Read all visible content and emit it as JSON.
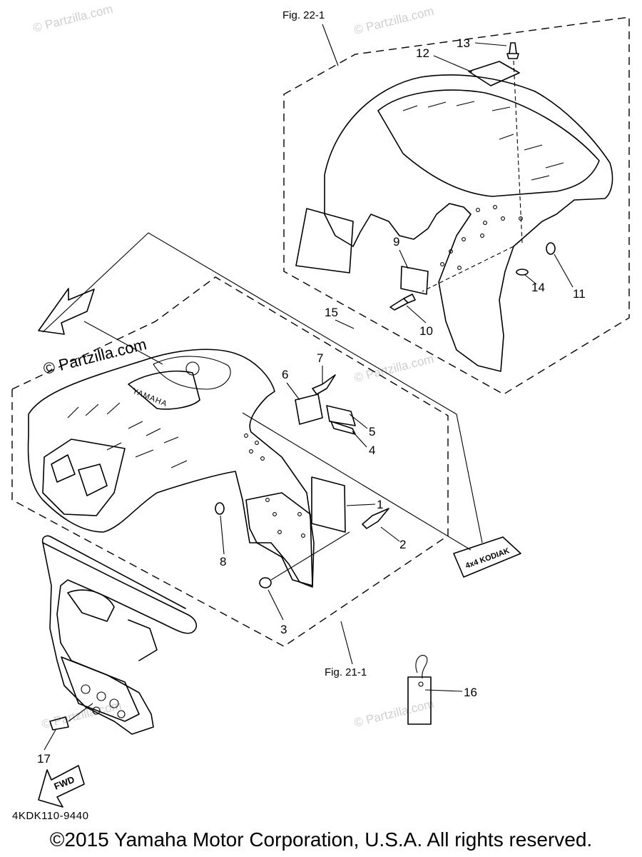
{
  "figure_refs": {
    "rear": "Fig. 22-1",
    "front": "Fig. 21-1"
  },
  "callouts": {
    "p1": "1",
    "p2": "2",
    "p3": "3",
    "p4": "4",
    "p5": "5",
    "p6": "6",
    "p7": "7",
    "p8": "8",
    "p9": "9",
    "p10": "10",
    "p11": "11",
    "p12": "12",
    "p13": "13",
    "p14": "14",
    "p15": "15",
    "p16": "16",
    "p17": "17"
  },
  "fender_brand_text": "YAMAHA",
  "decal_text": "4x4 KODIAK",
  "fwd_arrow_text": "FWD",
  "watermark_text": "© Partzilla.com",
  "part_code": "4KDK110-9440",
  "copyright": "©2015 Yamaha Motor Corporation, U.S.A. All rights reserved."
}
